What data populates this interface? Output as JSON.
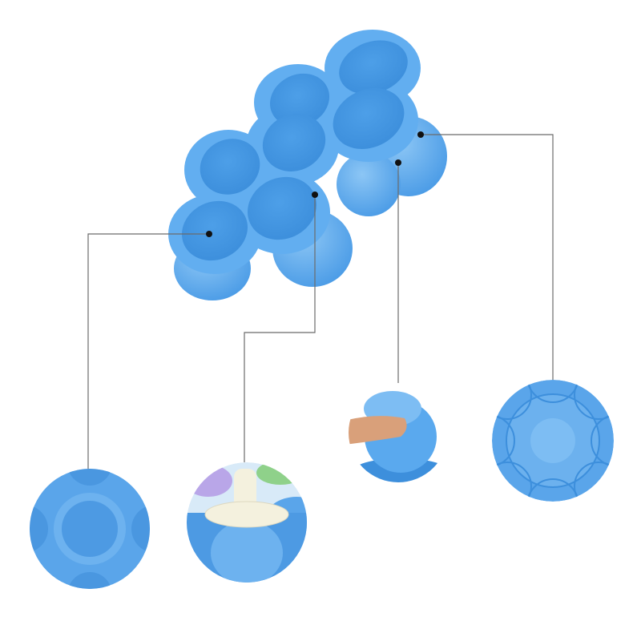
{
  "product": {
    "colors": {
      "silicone": "#5aa9ee",
      "silicone_light": "#7dbdf3",
      "silicone_dark": "#3d8fdc",
      "callout_line": "#6b6b6b",
      "callout_dot": "#111111",
      "background": "#ffffff",
      "popsicle": "#f4f1de"
    },
    "callouts": [
      {
        "detail": "bottom-view-dome"
      },
      {
        "detail": "lid-with-popsicle-stick"
      },
      {
        "detail": "push-out-flexible-bottom"
      },
      {
        "detail": "underside-pattern"
      }
    ]
  }
}
